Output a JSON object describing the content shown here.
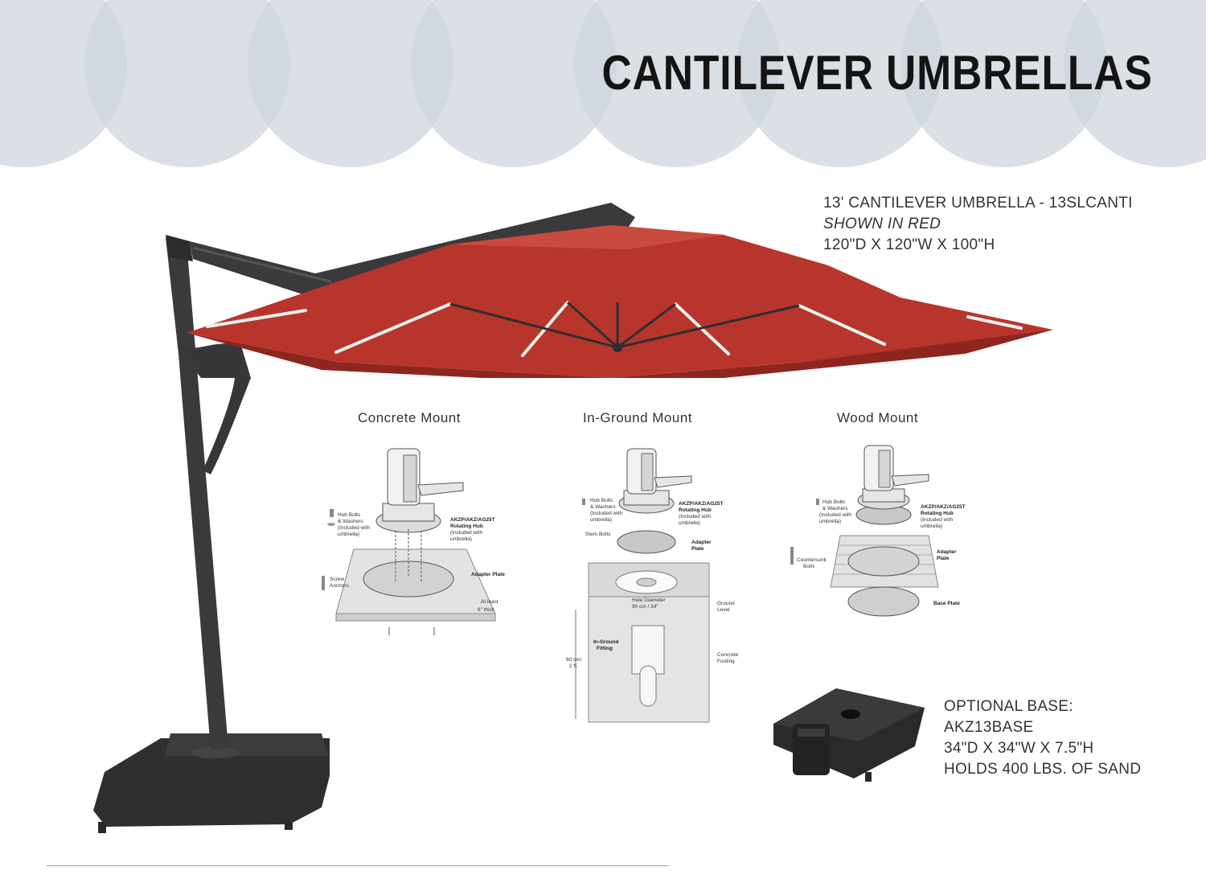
{
  "page": {
    "title": "CANTILEVER UMBRELLAS"
  },
  "product": {
    "line1": "13' CANTILEVER UMBRELLA - 13SLCANTI",
    "line2": "SHOWN IN RED",
    "line3": "120\"D X 120\"W X 100\"H"
  },
  "mounts": [
    {
      "title": "Concrete Mount",
      "labels": {
        "hub_bolts": "Hub Bolts",
        "washers": "& Washers",
        "included1": "(Included with",
        "included2": "umbrella)",
        "hub_model": "AKZP/AKZ/AG25T",
        "hub_name": "Rotating Hub",
        "hub_inc1": "(Included with",
        "hub_inc2": "umbrella)",
        "adapter": "Adapter Plate",
        "screw": "Screw",
        "anchors": "Anchors",
        "least": "At least",
        "thick": "6\" thick"
      }
    },
    {
      "title": "In-Ground Mount",
      "labels": {
        "hub_bolts": "Hub Bolts",
        "washers": "& Washers",
        "included1": "(Included with",
        "included2": "umbrella)",
        "hub_model": "AKZP/AKZ/AG25T",
        "hub_name": "Rotating Hub",
        "hub_inc1": "(Included with",
        "hub_inc2": "umbrella)",
        "stem_bolts": "Stem Bolts",
        "adapter1": "Adapter",
        "adapter2": "Plate",
        "hole1": "Hole Diameter",
        "hole2": "90 cm / 34\"",
        "ground1": "Ground",
        "ground2": "Level",
        "depth1": "80 cm/",
        "depth2": "2 ft.",
        "fitting1": "In-Ground",
        "fitting2": "Fitting",
        "footing1": "Concrete",
        "footing2": "Footing"
      }
    },
    {
      "title": "Wood Mount",
      "labels": {
        "hub_bolts": "Hub Bolts",
        "washers": "& Washers",
        "included1": "(Included with",
        "included2": "umbrella)",
        "hub_model": "AKZP/AKZ/AG25T",
        "hub_name": "Rotating Hub",
        "hub_inc1": "(Included with",
        "hub_inc2": "umbrella)",
        "countersunk1": "Countersunk",
        "countersunk2": "Bolts",
        "adapter1": "Adapter",
        "adapter2": "Plate",
        "base": "Base Plate"
      }
    }
  ],
  "optional_base": {
    "line1": "OPTIONAL BASE:",
    "line2": "AKZ13BASE",
    "line3": "34\"D X 34\"W X 7.5\"H",
    "line4": "HOLDS 400 LBS. OF SAND"
  },
  "colors": {
    "banner_circle": "#cfd5de",
    "banner_overlap": "#b9c2ce",
    "canopy_red": "#b8352c",
    "frame_dark": "#3a3a3c"
  }
}
